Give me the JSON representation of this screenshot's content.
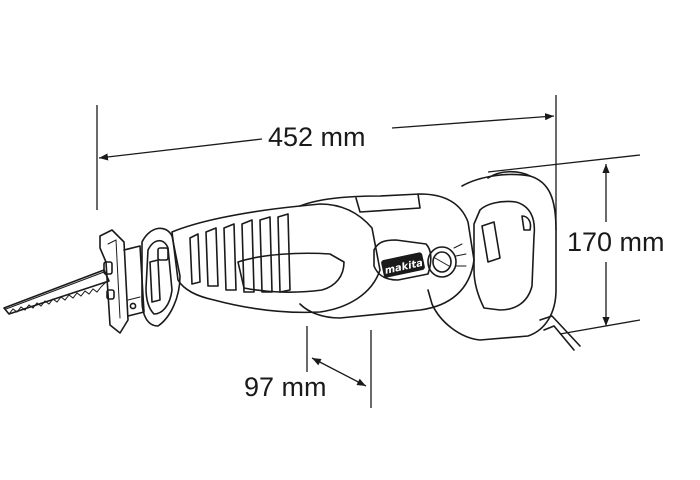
{
  "dimensions": {
    "length_label": "452 mm",
    "height_label": "170 mm",
    "depth_label": "97 mm"
  },
  "product": {
    "brand_badge": "makita"
  },
  "colors": {
    "ink": "#1a1a1a",
    "background": "#ffffff"
  }
}
